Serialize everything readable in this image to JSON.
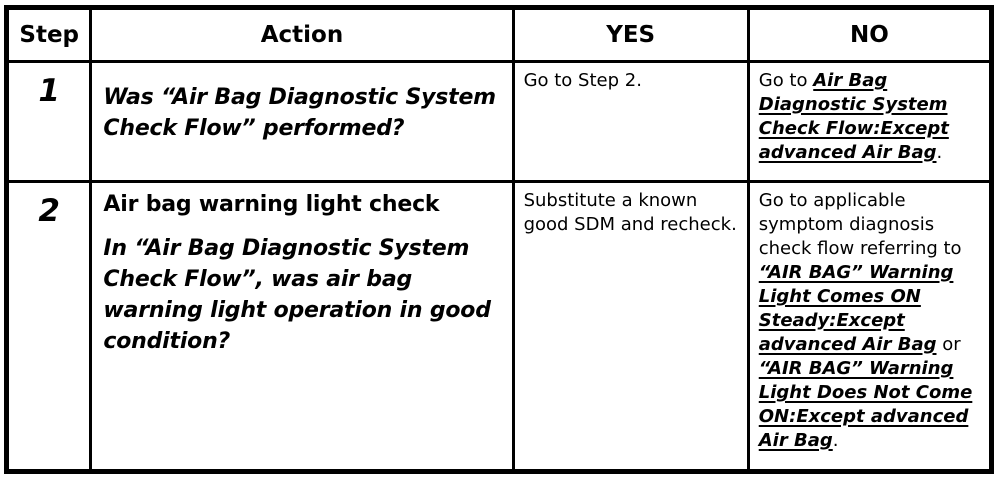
{
  "colors": {
    "border": "#000000",
    "text": "#000000",
    "background": "#ffffff"
  },
  "table": {
    "headers": [
      {
        "label": "Step"
      },
      {
        "label": "Action"
      },
      {
        "label": "YES"
      },
      {
        "label": "NO"
      }
    ],
    "rows": [
      {
        "step": "1",
        "action": [
          {
            "text": "Was “Air Bag Diagnostic System Check Flow” performed?",
            "style": "bold-italic",
            "block": true
          }
        ],
        "yes": [
          {
            "text": "Go to Step 2.",
            "style": "regular"
          }
        ],
        "no": [
          {
            "text": "Go to ",
            "style": "regular"
          },
          {
            "text": "Air Bag Diagnostic System Check Flow:Except advanced Air Bag",
            "style": "link"
          },
          {
            "text": ".",
            "style": "regular"
          }
        ]
      },
      {
        "step": "2",
        "action": [
          {
            "text": "Air bag warning light check",
            "style": "bold",
            "block": true
          },
          {
            "text": "In “Air Bag Diagnostic System Check Flow”, was air bag warning light operation in good condition?",
            "style": "bold-italic",
            "block": true
          }
        ],
        "yes": [
          {
            "text": "Substitute a known good SDM and recheck.",
            "style": "regular"
          }
        ],
        "no": [
          {
            "text": "Go to applicable symptom diagnosis check flow referring to ",
            "style": "regular"
          },
          {
            "text": "“AIR BAG” Warning Light Comes ON Steady:Except advanced Air Bag",
            "style": "link"
          },
          {
            "text": " or ",
            "style": "regular"
          },
          {
            "text": "“AIR BAG” Warning Light Does Not Come ON:Except advanced Air Bag",
            "style": "link"
          },
          {
            "text": ".",
            "style": "regular"
          }
        ]
      }
    ]
  }
}
